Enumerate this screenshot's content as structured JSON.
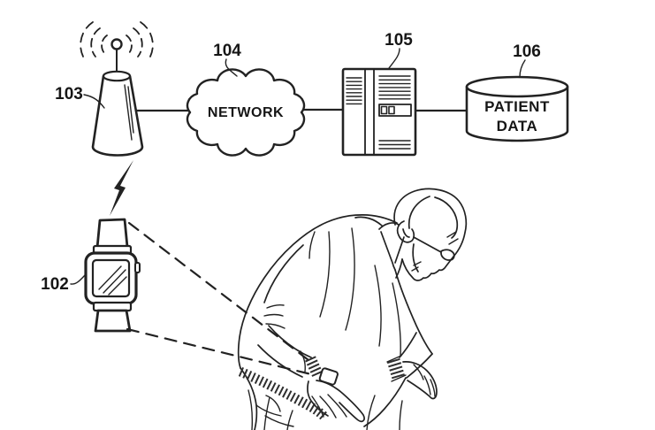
{
  "diagram": {
    "labels": {
      "watch": "102",
      "tower": "103",
      "network": "104",
      "server": "105",
      "database": "106"
    },
    "network_text": "NETWORK",
    "database_text_line1": "PATIENT",
    "database_text_line2": "DATA",
    "colors": {
      "line": "#222222",
      "background": "#ffffff"
    }
  }
}
